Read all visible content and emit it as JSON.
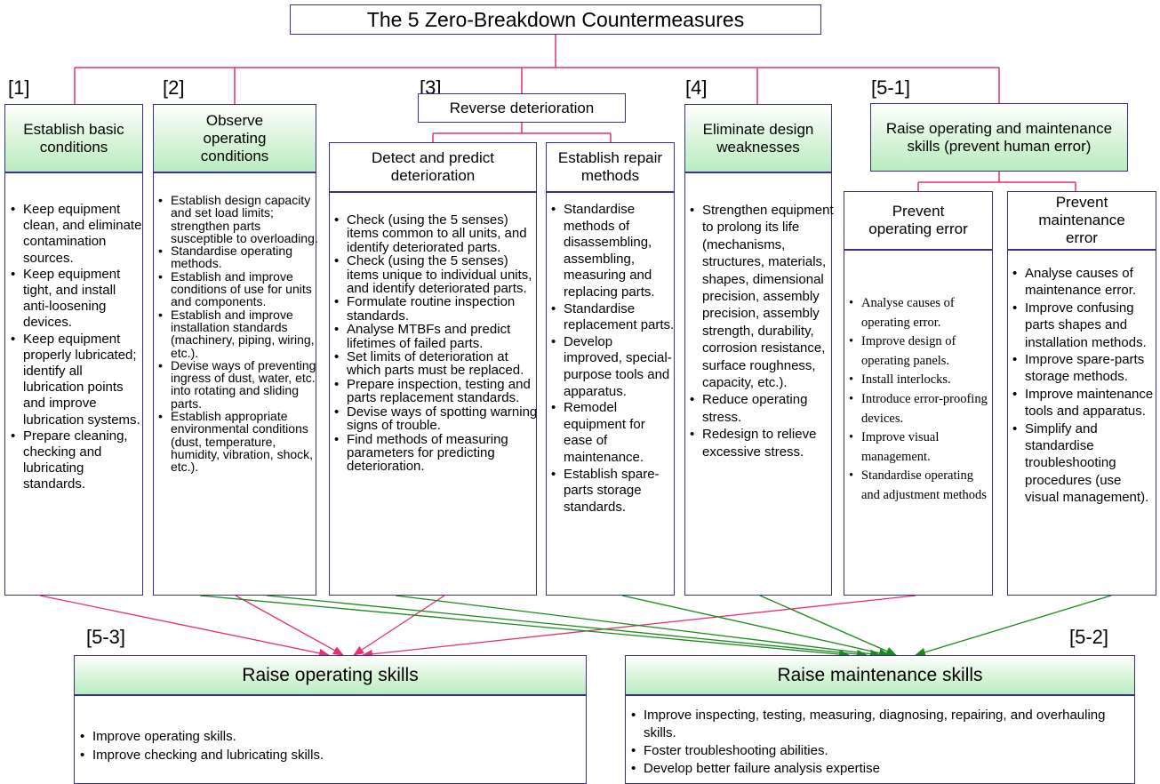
{
  "title": "The 5 Zero-Breakdown Countermeasures",
  "columns": {
    "c1": {
      "number": "[1]",
      "heading": "Establish basic conditions",
      "items": [
        "Keep equipment clean, and eliminate contamination sources.",
        "Keep equipment tight, and install anti-loosening devices.",
        "Keep equipment properly lubricated; identify all lubrication points and improve lubrication systems.",
        "Prepare cleaning, checking and lubricating standards."
      ]
    },
    "c2": {
      "number": "[2]",
      "heading": "Observe operating conditions",
      "items": [
        "Establish design capacity and set load limits; strengthen parts susceptible to overloading.",
        "Standardise operating methods.",
        "Establish and improve conditions of use for units and components.",
        "Establish and improve installation standards (machinery, piping, wiring, etc.).",
        "Devise ways of preventing ingress of dust, water, etc. into rotating and sliding parts.",
        "Establish appropriate environmental conditions (dust, temperature, humidity, vibration, shock, etc.)."
      ]
    },
    "c3": {
      "number": "[3]",
      "heading": "Reverse deterioration",
      "detect": {
        "heading": "Detect and predict deterioration",
        "items": [
          "Check (using the 5 senses) items common to all units, and identify deteriorated parts.",
          "Check (using the 5 senses) items unique to individual units, and identify deteriorated parts.",
          "Formulate routine inspection standards.",
          "Analyse MTBFs and predict lifetimes of failed parts.",
          "Set limits of deterioration at which parts must be replaced.",
          "Prepare inspection, testing and parts replacement standards.",
          "Devise ways of spotting warning signs of trouble.",
          "Find methods of measuring parameters for predicting deterioration."
        ]
      },
      "repair": {
        "heading": "Establish repair methods",
        "items": [
          "Standardise methods of disassembling, assembling, measuring and replacing parts.",
          "Standardise replacement parts.",
          "Develop improved, special-purpose tools and apparatus.",
          "Remodel equipment for ease of maintenance.",
          "Establish spare-parts storage standards."
        ]
      }
    },
    "c4": {
      "number": "[4]",
      "heading": "Eliminate design weaknesses",
      "items": [
        "Strengthen equipment to prolong its life (mechanisms, structures, materials, shapes, dimensional precision, assembly precision, assembly strength, durability, corrosion resistance, surface roughness, capacity, etc.).",
        "Reduce operating stress.",
        "Redesign to relieve excessive stress."
      ]
    },
    "c5": {
      "number": "[5-1]",
      "heading": "Raise operating and maintenance skills (prevent human error)",
      "op_error": {
        "heading": "Prevent operating error",
        "items": [
          "Analyse  causes of operating error.",
          "Improve design of operating panels.",
          "Install interlocks.",
          "Introduce error-proofing devices.",
          "Improve visual management.",
          "Standardise operating and adjustment methods"
        ]
      },
      "maint_error": {
        "heading": "Prevent maintenance error",
        "items": [
          "Analyse causes of maintenance error.",
          "Improve confusing parts shapes and installation methods.",
          "Improve spare-parts storage methods.",
          "Improve maintenance tools and apparatus.",
          "Simplify and standardise troubleshooting procedures (use visual management)."
        ]
      }
    }
  },
  "bottom": {
    "operating": {
      "number": "[5-3]",
      "heading": "Raise operating skills",
      "items": [
        "Improve operating skills.",
        "Improve checking and lubricating skills."
      ]
    },
    "maintenance": {
      "number": "[5-2]",
      "heading": "Raise maintenance skills",
      "items": [
        "Improve inspecting, testing, measuring, diagnosing, repairing, and overhauling skills.",
        "Foster troubleshooting abilities.",
        "Develop better failure analysis expertise"
      ]
    }
  },
  "colors": {
    "border": "#3b2f8f",
    "tree_line": "#e8306a",
    "to_operating": "#e8306a",
    "to_maintenance": "#1a8a1a",
    "header_fill": "#b8ecc0"
  }
}
